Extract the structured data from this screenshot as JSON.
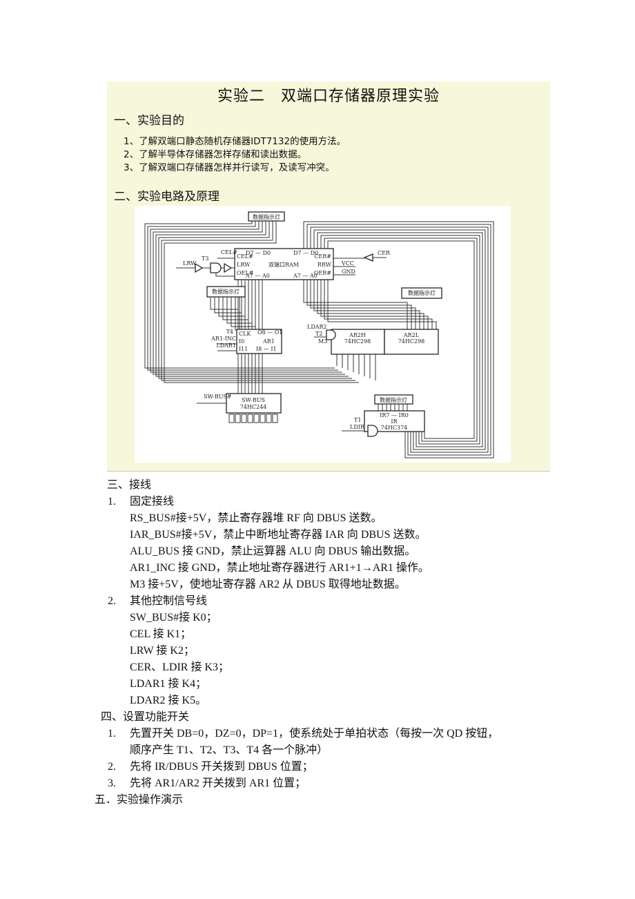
{
  "panel": {
    "title": "实验二　双端口存储器原理实验",
    "section1": "一、实验目的",
    "goals": [
      "1、了解双端口静态随机存储器IDT7132的使用方法。",
      "2、了解半导体存储器怎样存储和读出数据。",
      "3、了解双端口存储器怎样并行读写，及读写冲突。"
    ],
    "section2": "二、实验电路及原理"
  },
  "diagram": {
    "lamp": "数据指示灯",
    "ram": {
      "name": "双端口RAM",
      "tl": "D7 — D0",
      "tr": "D7 — D0",
      "bl": "A7 — A0",
      "br": "A7 — A0",
      "l1": "CEL#",
      "l2": "LRW",
      "l3": "OEL#",
      "r1": "CER#",
      "r2": "RRW",
      "r3": "OER#"
    },
    "signals": {
      "cel": "CEL#",
      "lrw": "LRW",
      "t3": "T3",
      "cer": "CER",
      "vcc": "VCC",
      "gnd": "GND",
      "t4": "T4",
      "ar1inc": "AR1-INC",
      "ldar1": "LDAR1",
      "ldar2": "LDAR2",
      "t2": "T2",
      "m3": "M3",
      "swbus": "SW-BUS#",
      "t1": "T1",
      "ldir": "LDIR"
    },
    "ar1": {
      "clk": "CLK",
      "top": "O8 — O1",
      "name": "AR1",
      "io": "I0",
      "i11": "I11",
      "bot": "I8 — I1"
    },
    "ar2h": {
      "name": "AR2H",
      "chip": "74HC298"
    },
    "ar2l": {
      "name": "AR2L",
      "chip": "74HC298"
    },
    "swbus": {
      "name": "SW-BUS",
      "chip": "74HC244"
    },
    "ir": {
      "pins": "IR7 — IR0",
      "name": "IR",
      "chip": "74HC374"
    }
  },
  "body": {
    "s3": "三、接线",
    "s3_1": "1.",
    "s3_1_t": "固定接线",
    "fixed": [
      "RS_BUS#接+5V，禁止寄存器堆 RF 向 DBUS 送数。",
      "IAR_BUS#接+5V，禁止中断地址寄存器 IAR 向 DBUS 送数。",
      "ALU_BUS 接 GND，禁止运算器 ALU 向 DBUS 输出数据。",
      "AR1_INC 接 GND，禁止地址寄存器进行 AR1+1→AR1 操作。",
      "M3 接+5V，使地址寄存器 AR2 从 DBUS 取得地址数据。"
    ],
    "s3_2": "2.",
    "s3_2_t": "其他控制信号线",
    "others": [
      "SW_BUS#接 K0；",
      "CEL 接 K1；",
      "LRW 接 K2；",
      "CER、LDIR 接 K3；",
      "LDAR1 接 K4；",
      "LDAR2 接 K5。"
    ],
    "s4": "四、设置功能开关",
    "s4_items": [
      {
        "n": "1.",
        "t": "先置开关 DB=0，DZ=0，DP=1，使系统处于单拍状态（每按一次 QD 按钮，",
        "t2": "顺序产生 T1、T2、T3、T4 各一个脉冲）"
      },
      {
        "n": "2.",
        "t": "先将 IR/DBUS 开关拨到 DBUS 位置；"
      },
      {
        "n": "3.",
        "t": "先将 AR1/AR2 开关拨到 AR1 位置；"
      }
    ],
    "s5": "五．实验操作演示"
  }
}
